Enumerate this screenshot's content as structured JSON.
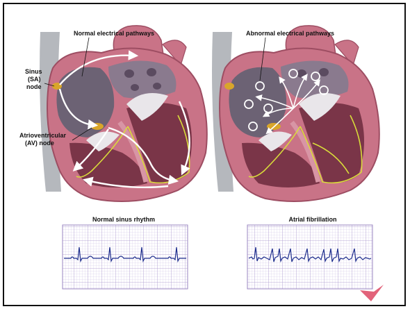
{
  "labels": {
    "normal_pathways": "Normal electrical pathways",
    "abnormal_pathways": "Abnormal electrical pathways",
    "sa_node_line1": "Sinus",
    "sa_node_line2": "(SA)",
    "sa_node_line3": "node",
    "av_node_line1": "Atrioventricular",
    "av_node_line2": "(AV) node",
    "normal_rhythm": "Normal sinus rhythm",
    "atrial_fib": "Atrial fibrillation"
  },
  "colors": {
    "tissue": "#c97387",
    "tissue_dark": "#9d4d62",
    "chamber": "#6c6274",
    "valve": "#e9e6ea",
    "nerve": "#d9dc3a",
    "node": "#d9a62a",
    "arrow": "#ffffff",
    "ecg_grid": "#b9a9d6",
    "ecg_trace": "#1c2c8c",
    "background_shadow": "#b5b8bd"
  }
}
